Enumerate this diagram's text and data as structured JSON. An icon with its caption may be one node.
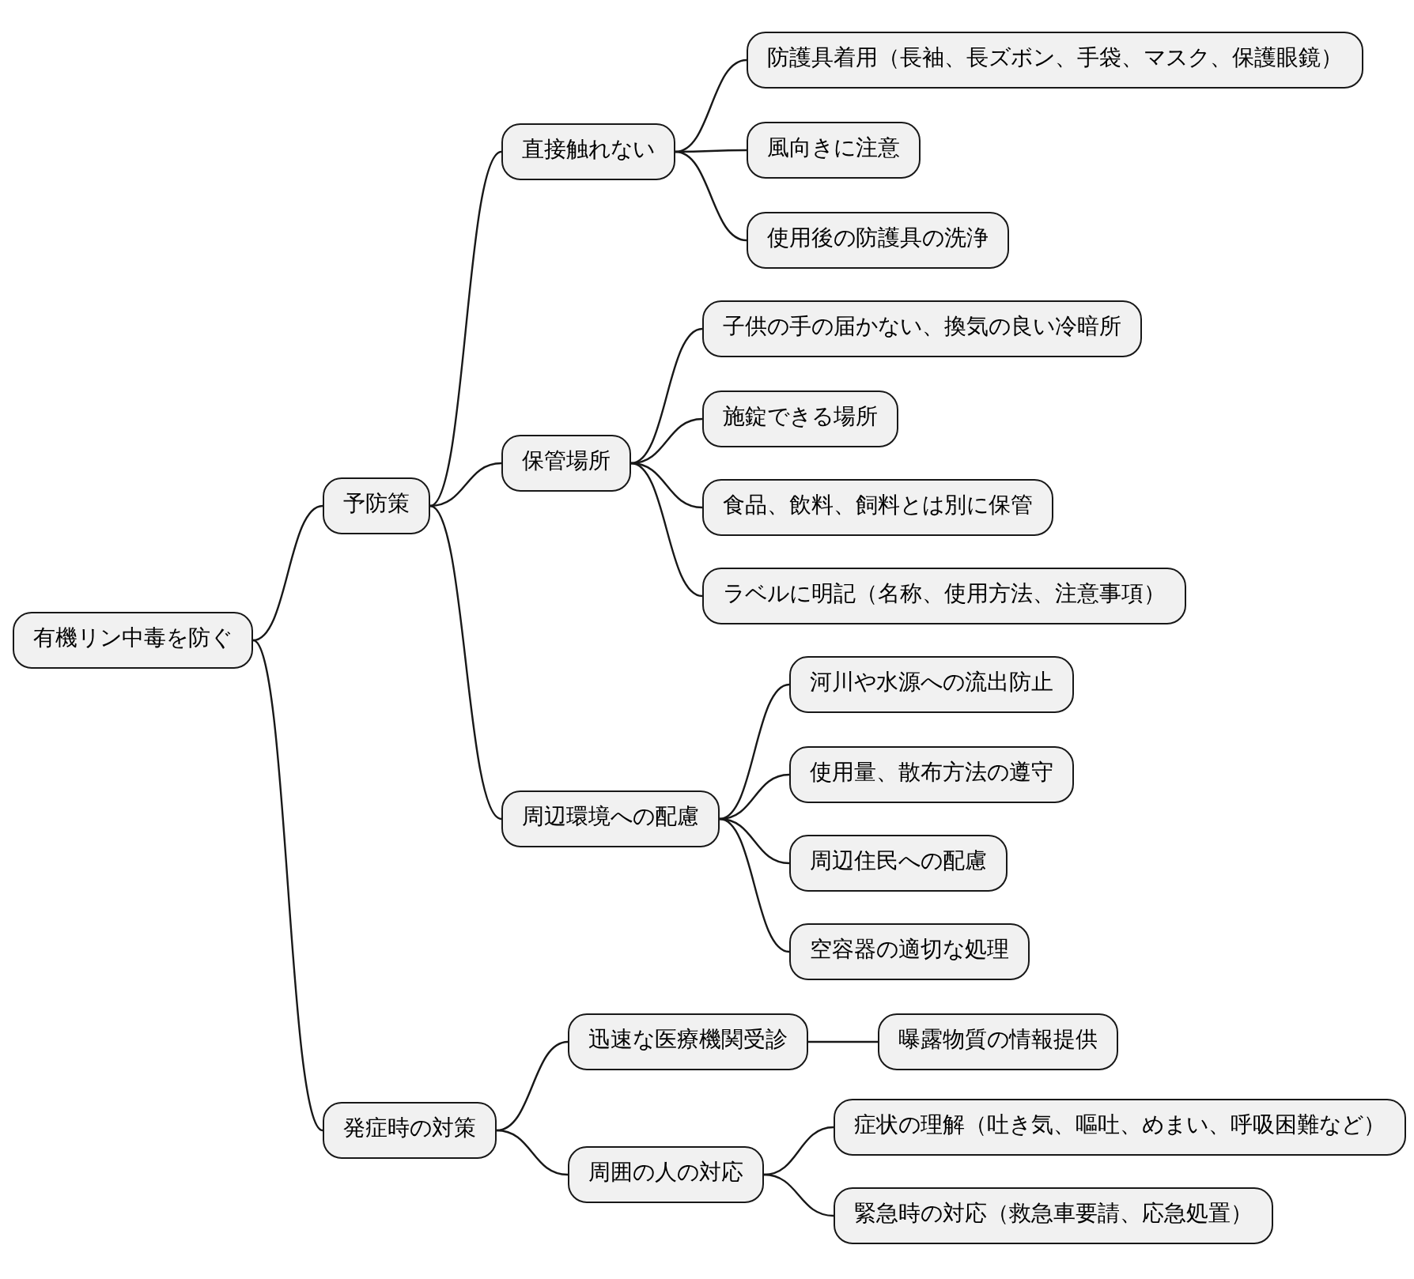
{
  "diagram": {
    "nodes": [
      {
        "text": [
          "有機リン中毒を防ぐ"
        ]
      },
      {
        "text": [
          "予防策"
        ]
      },
      {
        "text": [
          "直接触れない"
        ]
      },
      {
        "text": [
          "防護具着用（長袖、長ズボン、手袋、マスク、保護眼鏡）"
        ]
      },
      {
        "text": [
          "風向きに注意"
        ]
      },
      {
        "text": [
          "使用後の防護具の洗浄"
        ]
      },
      {
        "text": [
          "保管場所"
        ]
      },
      {
        "text": [
          "子供の手の届かない、換気の良い冷暗所"
        ]
      },
      {
        "text": [
          "施錠できる場所"
        ]
      },
      {
        "text": [
          "食品、飲料、飼料とは別に保管"
        ]
      },
      {
        "text": [
          "ラベルに明記（名称、使用方法、注意事項）"
        ]
      },
      {
        "text": [
          "周辺環境への配慮"
        ]
      },
      {
        "text": [
          "河川や水源への流出防止"
        ]
      },
      {
        "text": [
          "使用量、散布方法の遵守"
        ]
      },
      {
        "text": [
          "周辺住民への配慮"
        ]
      },
      {
        "text": [
          "空容器の適切な処理"
        ]
      },
      {
        "text": [
          "発症時の対策"
        ]
      },
      {
        "text": [
          "迅速な医療機関受診"
        ]
      },
      {
        "text": [
          "曝露物質の情報提供"
        ]
      },
      {
        "text": [
          "周囲の人の対応"
        ]
      },
      {
        "text": [
          "症状の理解（吐き気、嘔吐、めまい、呼吸困難など）"
        ]
      },
      {
        "text": [
          "緊急時の対応（救急車要請、応急処置）"
        ]
      }
    ],
    "edges": [
      {
        "from": 0,
        "to": 1,
        "arrow": "none"
      },
      {
        "from": 1,
        "to": 2,
        "arrow": "none"
      },
      {
        "from": 2,
        "to": 3,
        "arrow": "none"
      },
      {
        "from": 2,
        "to": 4,
        "arrow": "none"
      },
      {
        "from": 2,
        "to": 5,
        "arrow": "none"
      },
      {
        "from": 1,
        "to": 6,
        "arrow": "none"
      },
      {
        "from": 6,
        "to": 7,
        "arrow": "none"
      },
      {
        "from": 6,
        "to": 8,
        "arrow": "none"
      },
      {
        "from": 6,
        "to": 9,
        "arrow": "none"
      },
      {
        "from": 6,
        "to": 10,
        "arrow": "none"
      },
      {
        "from": 1,
        "to": 11,
        "arrow": "none"
      },
      {
        "from": 11,
        "to": 12,
        "arrow": "none"
      },
      {
        "from": 11,
        "to": 13,
        "arrow": "none"
      },
      {
        "from": 11,
        "to": 14,
        "arrow": "none"
      },
      {
        "from": 11,
        "to": 15,
        "arrow": "none"
      },
      {
        "from": 0,
        "to": 16,
        "arrow": "none"
      },
      {
        "from": 16,
        "to": 17,
        "arrow": "none"
      },
      {
        "from": 17,
        "to": 18,
        "arrow": "none"
      },
      {
        "from": 16,
        "to": 19,
        "arrow": "none"
      },
      {
        "from": 19,
        "to": 20,
        "arrow": "none"
      },
      {
        "from": 19,
        "to": 21,
        "arrow": "none"
      }
    ]
  }
}
